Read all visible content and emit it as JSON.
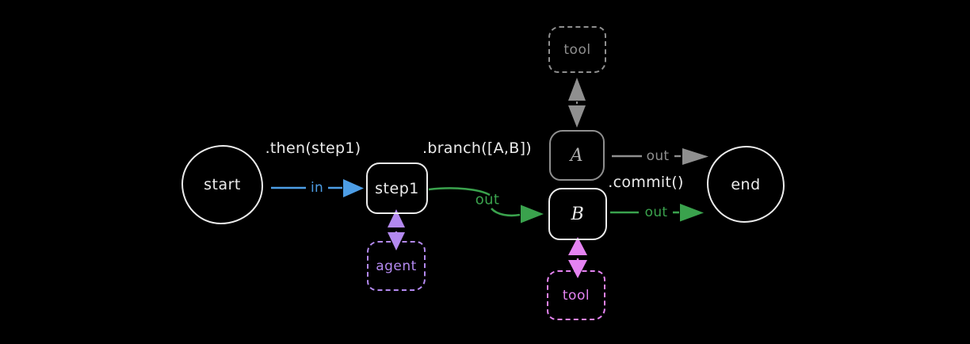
{
  "diagram": {
    "title": "workflow-graph",
    "background": "#000000",
    "colors": {
      "bg": "#000000",
      "white": "#ececec",
      "blue": "#4d9ee6",
      "green": "#3aa24d",
      "purple": "#b389f0",
      "pink": "#e583f2",
      "gray": "#8f8f8f",
      "graytext": "#b0b0b0"
    },
    "nodes": {
      "start": {
        "label": "start",
        "shape": "circle"
      },
      "step1": {
        "label": "step1",
        "shape": "rounded-rect"
      },
      "agent": {
        "label": "agent",
        "shape": "dashed-rounded-rect",
        "color": "purple"
      },
      "branch_a": {
        "label": "A",
        "shape": "rounded-rect",
        "color": "gray"
      },
      "branch_b": {
        "label": "B",
        "shape": "rounded-rect",
        "color": "white"
      },
      "tool_top": {
        "label": "tool",
        "shape": "dashed-rounded-rect",
        "color": "gray"
      },
      "tool_bottom": {
        "label": "tool",
        "shape": "dashed-rounded-rect",
        "color": "pink"
      },
      "end": {
        "label": "end",
        "shape": "circle"
      }
    },
    "edges": {
      "then_label": ".then(step1)",
      "branch_label": ".branch([A,B])",
      "commit_label": ".commit()",
      "in_label": "in",
      "out_branch_label": "out",
      "out_a_label": "out",
      "out_b_label": "out"
    }
  }
}
